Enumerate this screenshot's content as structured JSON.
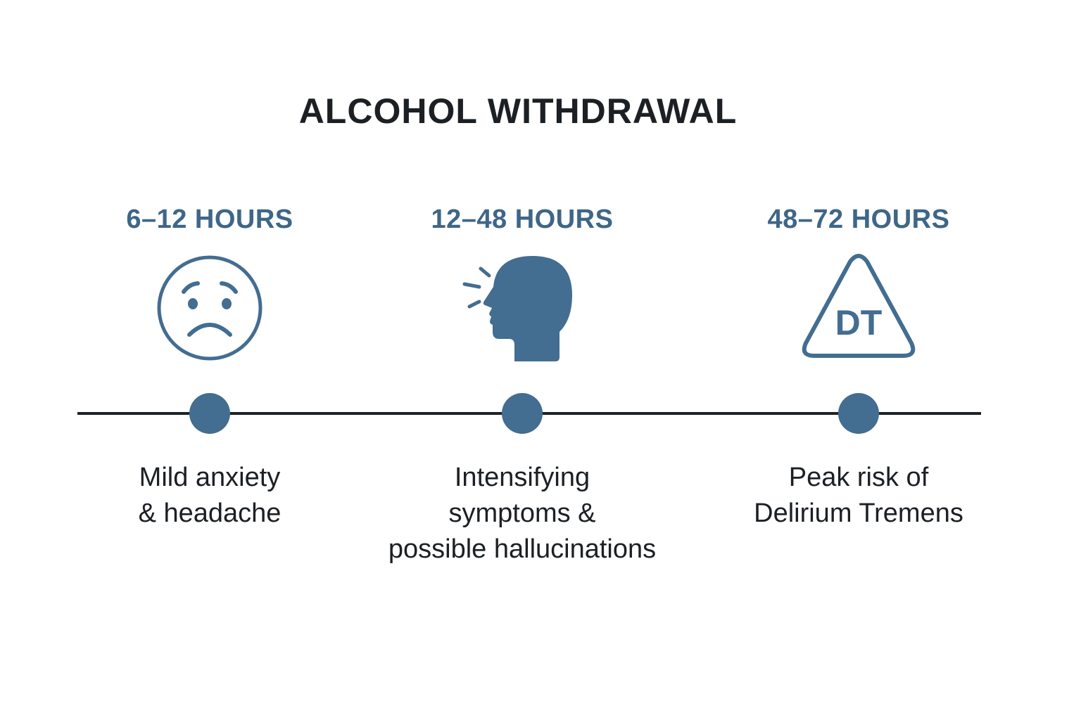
{
  "title": "ALCOHOL WITHDRAWAL",
  "colors": {
    "accent": "#436d91",
    "time_label": "#3e6688",
    "text": "#1c2024",
    "line": "#1e2226"
  },
  "stages": [
    {
      "time": "6–12 HOURS",
      "icon": "worried-face-icon",
      "description_lines": [
        "Mild anxiety",
        "& headache"
      ]
    },
    {
      "time": "12–48 HOURS",
      "icon": "head-profile-icon",
      "description_lines": [
        "Intensifying",
        "symptoms &",
        "possible hallucinations"
      ]
    },
    {
      "time": "48–72 HOURS",
      "icon": "dt-warning-triangle-icon",
      "icon_text": "DT",
      "description_lines": [
        "Peak risk of",
        "Delirium Tremens"
      ]
    }
  ]
}
